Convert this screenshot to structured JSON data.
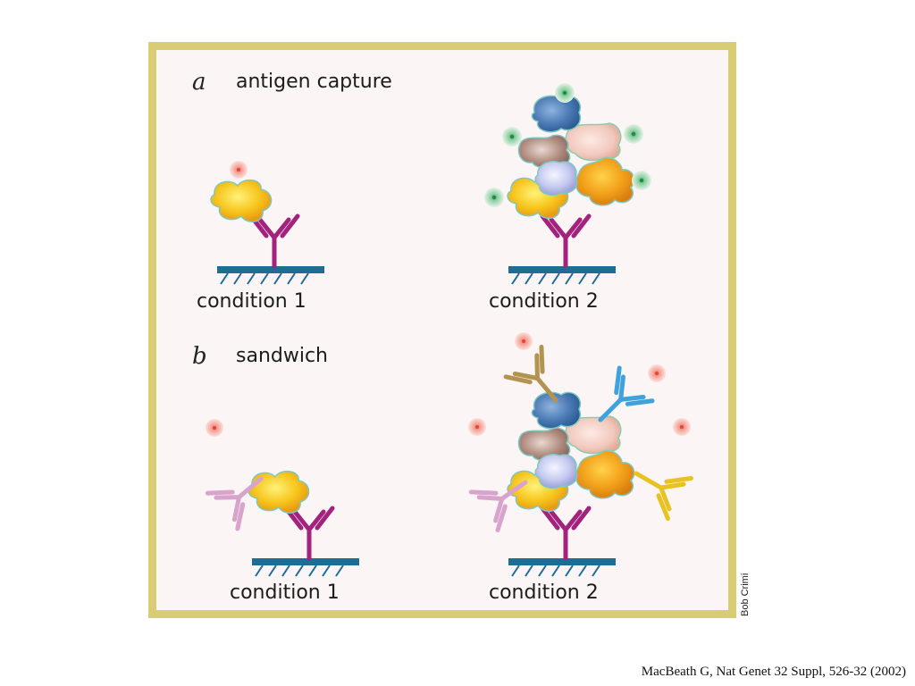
{
  "panels": {
    "a": {
      "letter": "a",
      "title": "antigen capture",
      "condition1": "condition 1",
      "condition2": "condition 2"
    },
    "b": {
      "letter": "b",
      "title": "sandwich",
      "condition1": "condition 1",
      "condition2": "condition 2"
    }
  },
  "credit": "Bob Crimi",
  "citation": "MacBeath G, Nat Genet 32 Suppl, 526-32 (2002)",
  "colors": {
    "frame_border": "#d8cd74",
    "frame_background": "#fbf5f5",
    "surface": "#1f6d94",
    "capture_antibody": "#a3227e",
    "detection_antibody_pink": "#d8a3cc",
    "detection_antibody_gold": "#b39350",
    "detection_antibody_blue": "#3fa2dd",
    "detection_antibody_yellow": "#e8c221",
    "label_red": "#f08a7f",
    "label_green": "#4fae72"
  }
}
